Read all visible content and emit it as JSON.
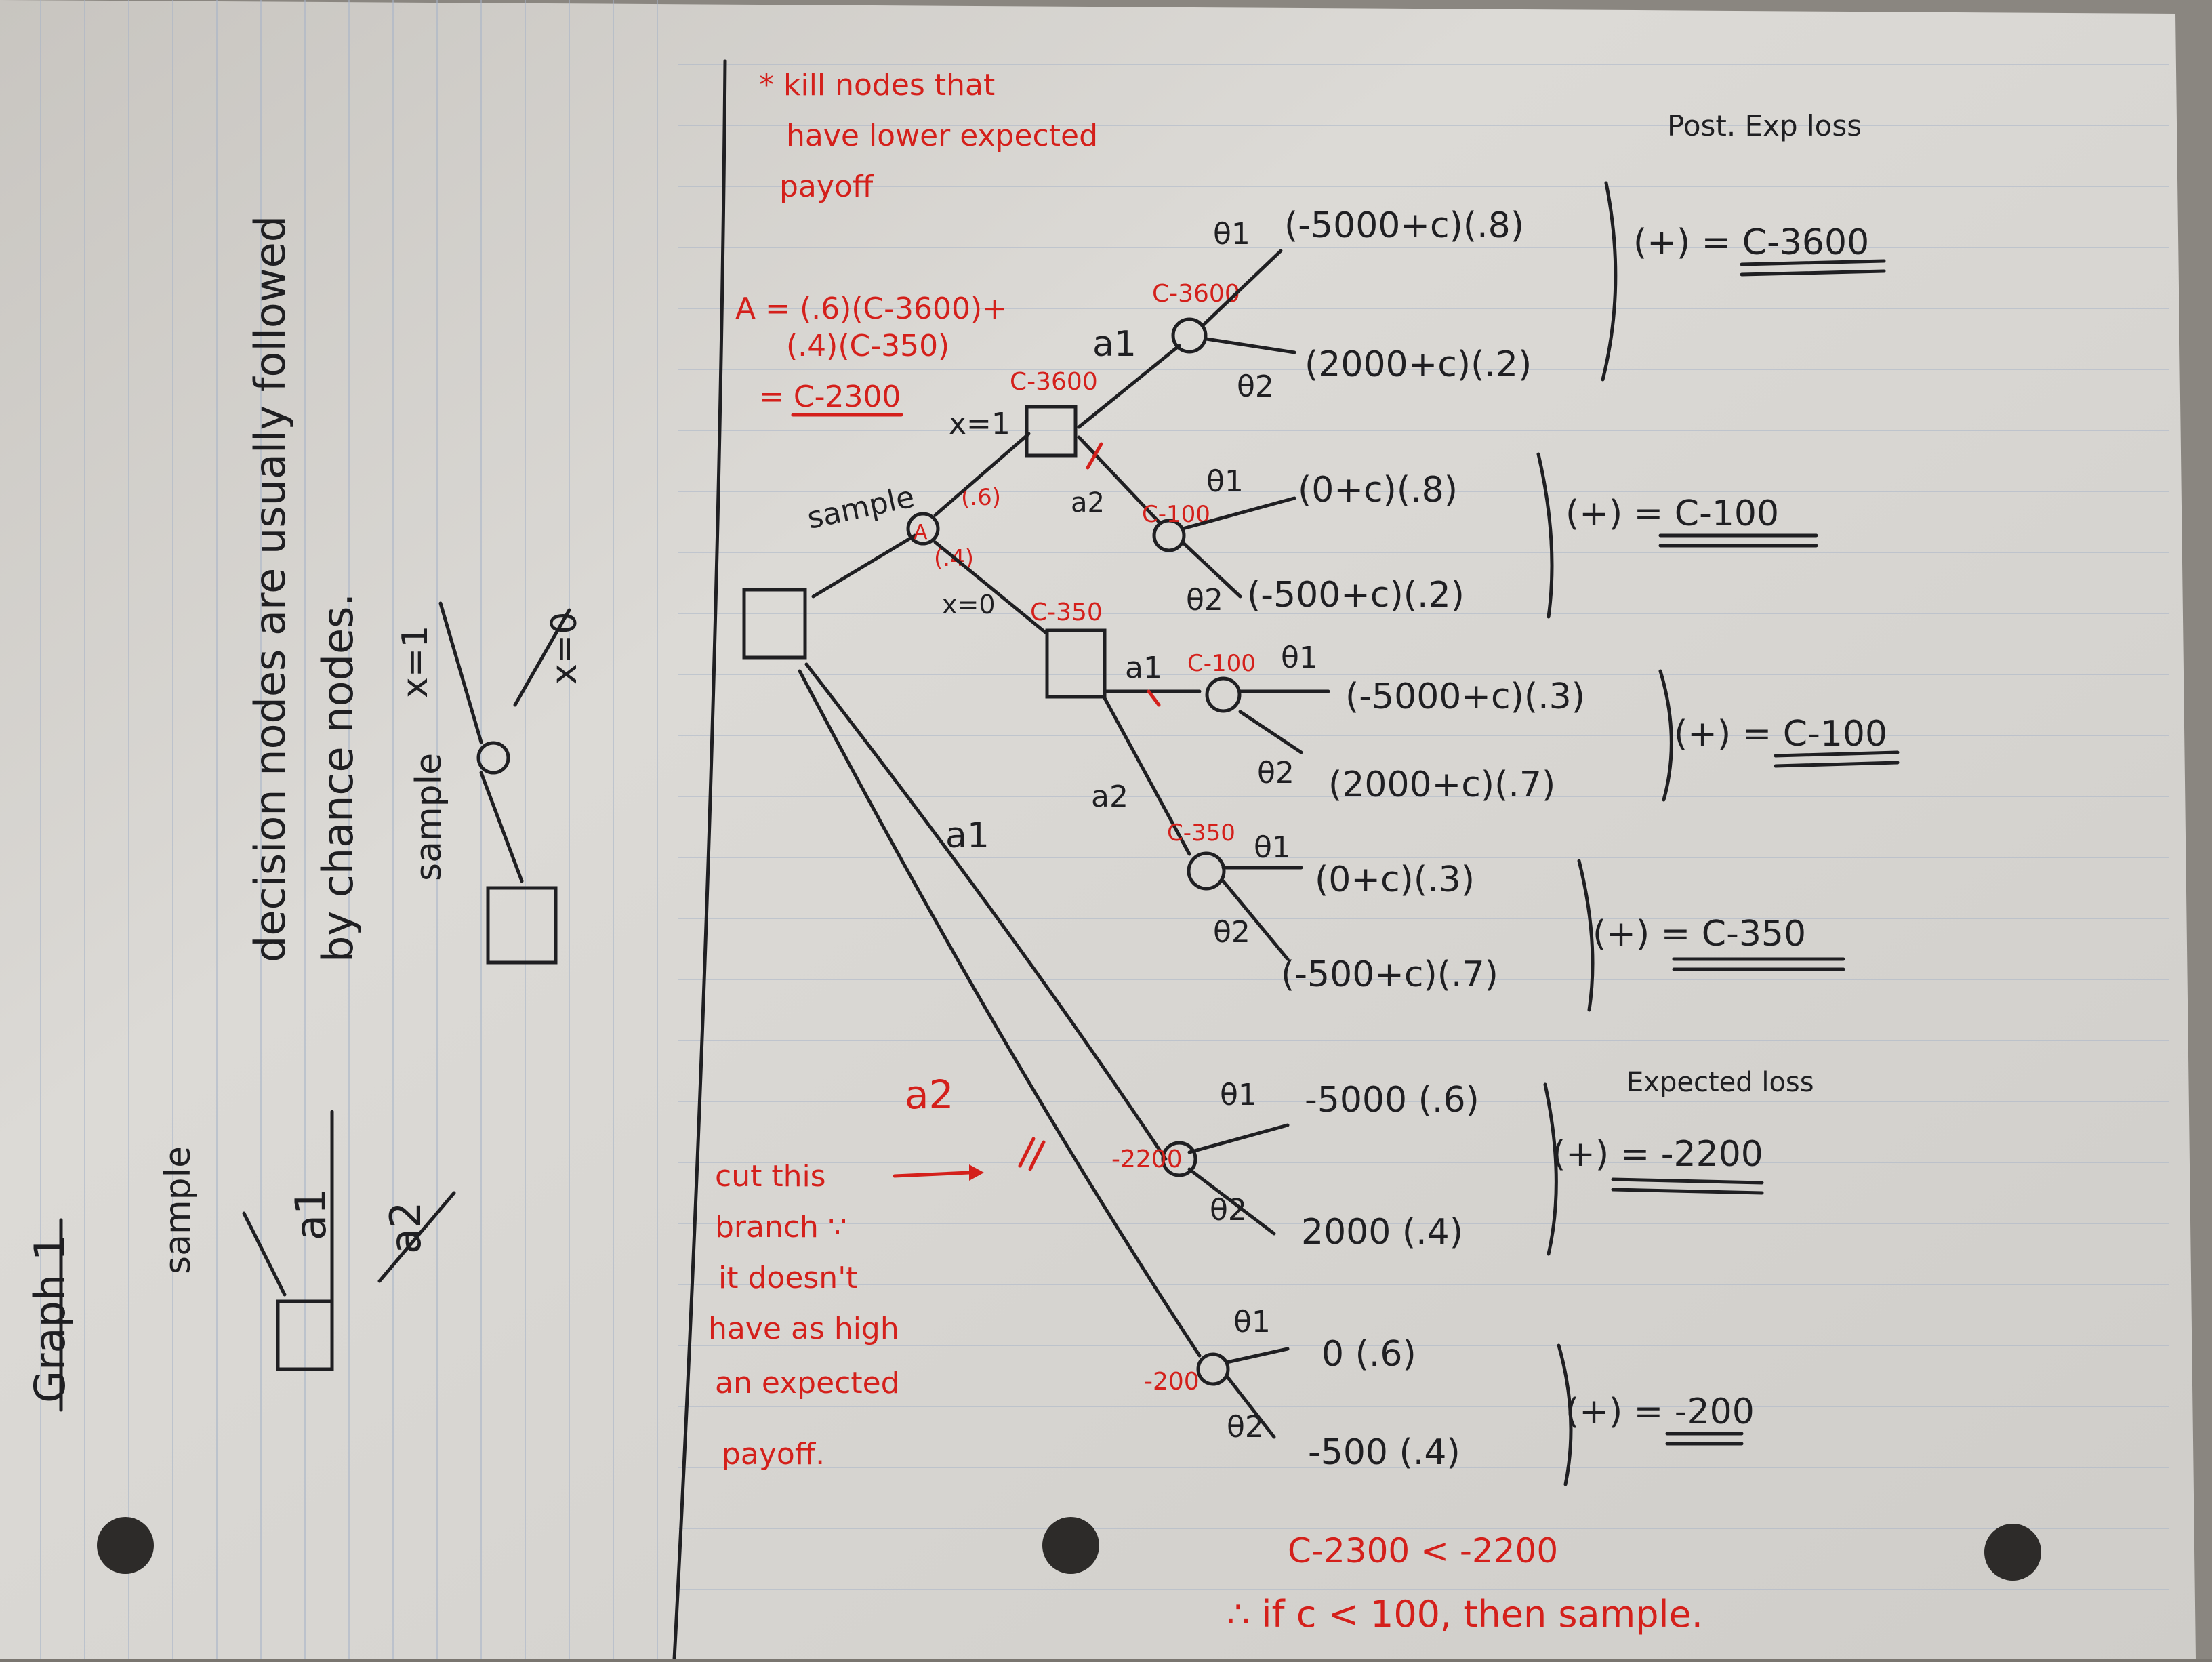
{
  "note_top": [
    "* kill nodes that",
    "have lower expected",
    "payoff"
  ],
  "header_post": "Post. Exp loss",
  "red_formula": [
    "A = (.6)(C-3600)+",
    "(.4)(C-350)",
    "= C-2300"
  ],
  "sidebar": {
    "label_graph": "Graph 1",
    "label_sample_small": "sample",
    "label_a1": "a1",
    "label_a2": "a2",
    "line1": "decision nodes are usually followed",
    "line2": "by chance nodes.",
    "label_sample2": "sample",
    "label_x1": "x=1",
    "label_x0": "x=0"
  },
  "tree": {
    "sample": "sample",
    "chance_A": "A",
    "p1": "(.6)",
    "p2": "(.4)",
    "x1": "x=1",
    "x0": "x=0",
    "d1_val": "C-3600",
    "d2_val": "C-350",
    "a1": "a1",
    "a2": "a2",
    "n1_val": "C-3600",
    "n2_val": "C-100",
    "n3_val": "C-100",
    "n4_val": "C-350",
    "n5_val": "-2200",
    "n6_val": "-200",
    "theta1": "θ1",
    "theta2": "θ2"
  },
  "outcomes": [
    {
      "t1": "(-5000+c)(.8)",
      "t2": "(2000+c)(.2)",
      "sum": "(+) = C-3600"
    },
    {
      "t1": "(0+c)(.8)",
      "t2": "(-500+c)(.2)",
      "sum": "(+) = C-100"
    },
    {
      "t1": "(-5000+c)(.3)",
      "t2": "(2000+c)(.7)",
      "sum": "(+) = C-100"
    },
    {
      "t1": "(0+c)(.3)",
      "t2": "(-500+c)(.7)",
      "sum": "(+) = C-350"
    },
    {
      "t1": "-5000 (.6)",
      "t2": "2000 (.4)",
      "sum": "(+) = -2200"
    },
    {
      "t1": "0 (.6)",
      "t2": "-500 (.4)",
      "sum": "(+) = -200"
    }
  ],
  "expected_loss": "Expected loss",
  "cut_note": [
    "cut this",
    "branch ∵",
    "it doesn't",
    "have as high",
    "an expected",
    "payoff."
  ],
  "bottom": [
    "C-2300 < -2200",
    "∴ if c < 100, then sample."
  ]
}
